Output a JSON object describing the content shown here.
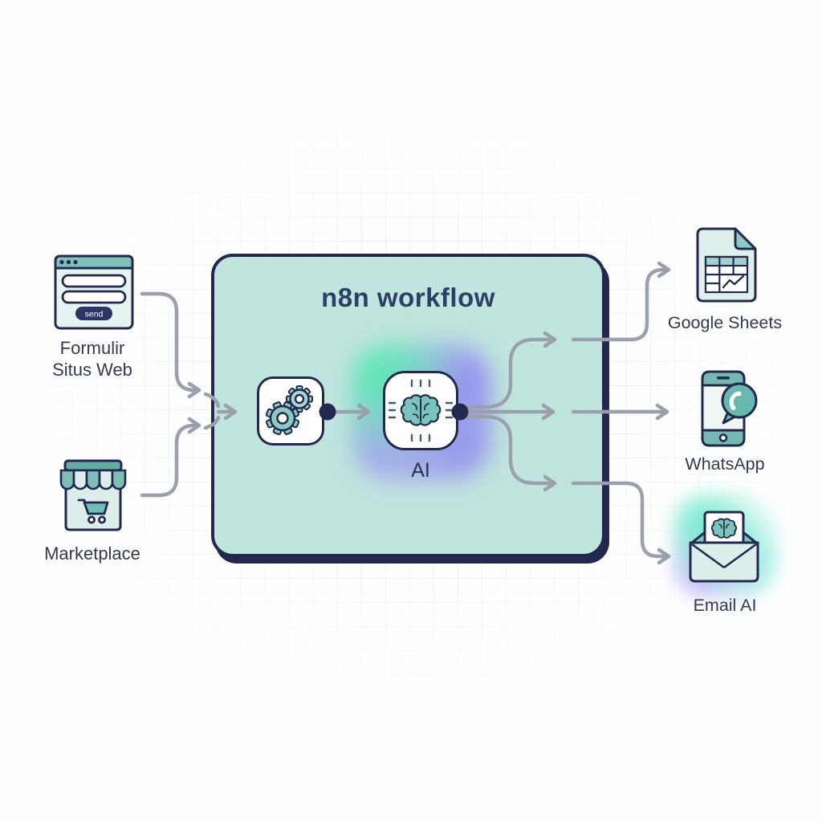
{
  "diagram_type": "workflow-automation-diagram",
  "workflow_box": {
    "title": "n8n workflow",
    "nodes": {
      "automation": {
        "icon": "gears-icon"
      },
      "ai": {
        "icon": "brain-chip-icon",
        "label": "AI"
      }
    }
  },
  "sources": {
    "form": {
      "label_line1": "Formulir",
      "label_line2": "Situs Web",
      "icon": "web-form-icon",
      "send_button_label": "send"
    },
    "marketplace": {
      "label": "Marketplace",
      "icon": "storefront-cart-icon"
    }
  },
  "outputs": {
    "google_sheets": {
      "label": "Google Sheets",
      "icon": "spreadsheet-document-icon"
    },
    "whatsapp": {
      "label": "WhatsApp",
      "icon": "phone-chat-icon"
    },
    "email_ai": {
      "label": "Email AI",
      "icon": "envelope-brain-icon"
    }
  },
  "colors": {
    "box_fill": "#c0e5de",
    "outline_navy": "#23294e",
    "teal": "#74b9b2",
    "mint": "#ddeeea",
    "arrow_gray": "#9aa1ab",
    "glow_green": "#46e6aa",
    "glow_purple": "#8c78f5",
    "text_dark": "#333a4f",
    "title_color": "#2d3f66"
  }
}
